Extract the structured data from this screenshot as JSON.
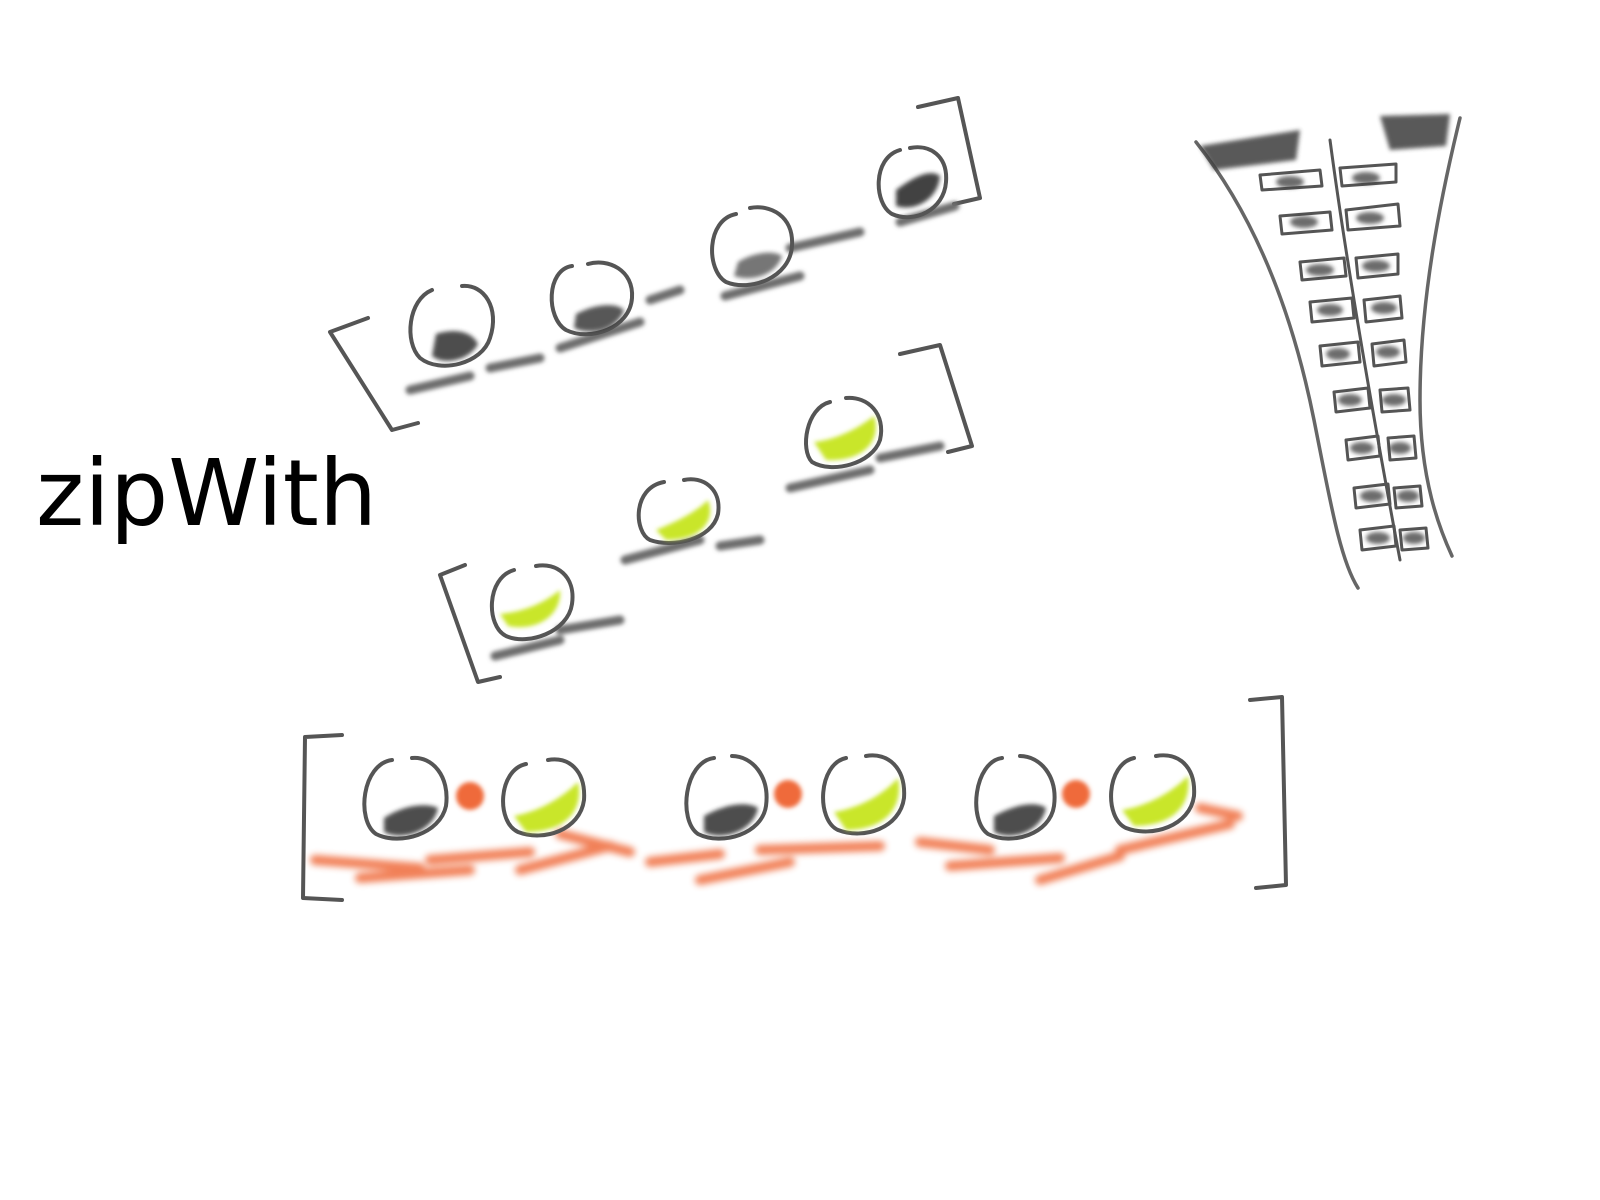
{
  "title": "zipWith",
  "colors": {
    "stroke": "#555555",
    "dark_fill": "#2d2d2d",
    "green_fill": "#c9e62a",
    "orange": "#ef6a3a",
    "background": "#ffffff"
  },
  "lists": {
    "first": {
      "element_count": 4,
      "fill": "dark"
    },
    "second": {
      "element_count": 3,
      "fill": "green"
    },
    "result": {
      "pair_count": 3,
      "combine_dot_color": "orange"
    }
  },
  "icons": [
    "zipper-icon"
  ]
}
